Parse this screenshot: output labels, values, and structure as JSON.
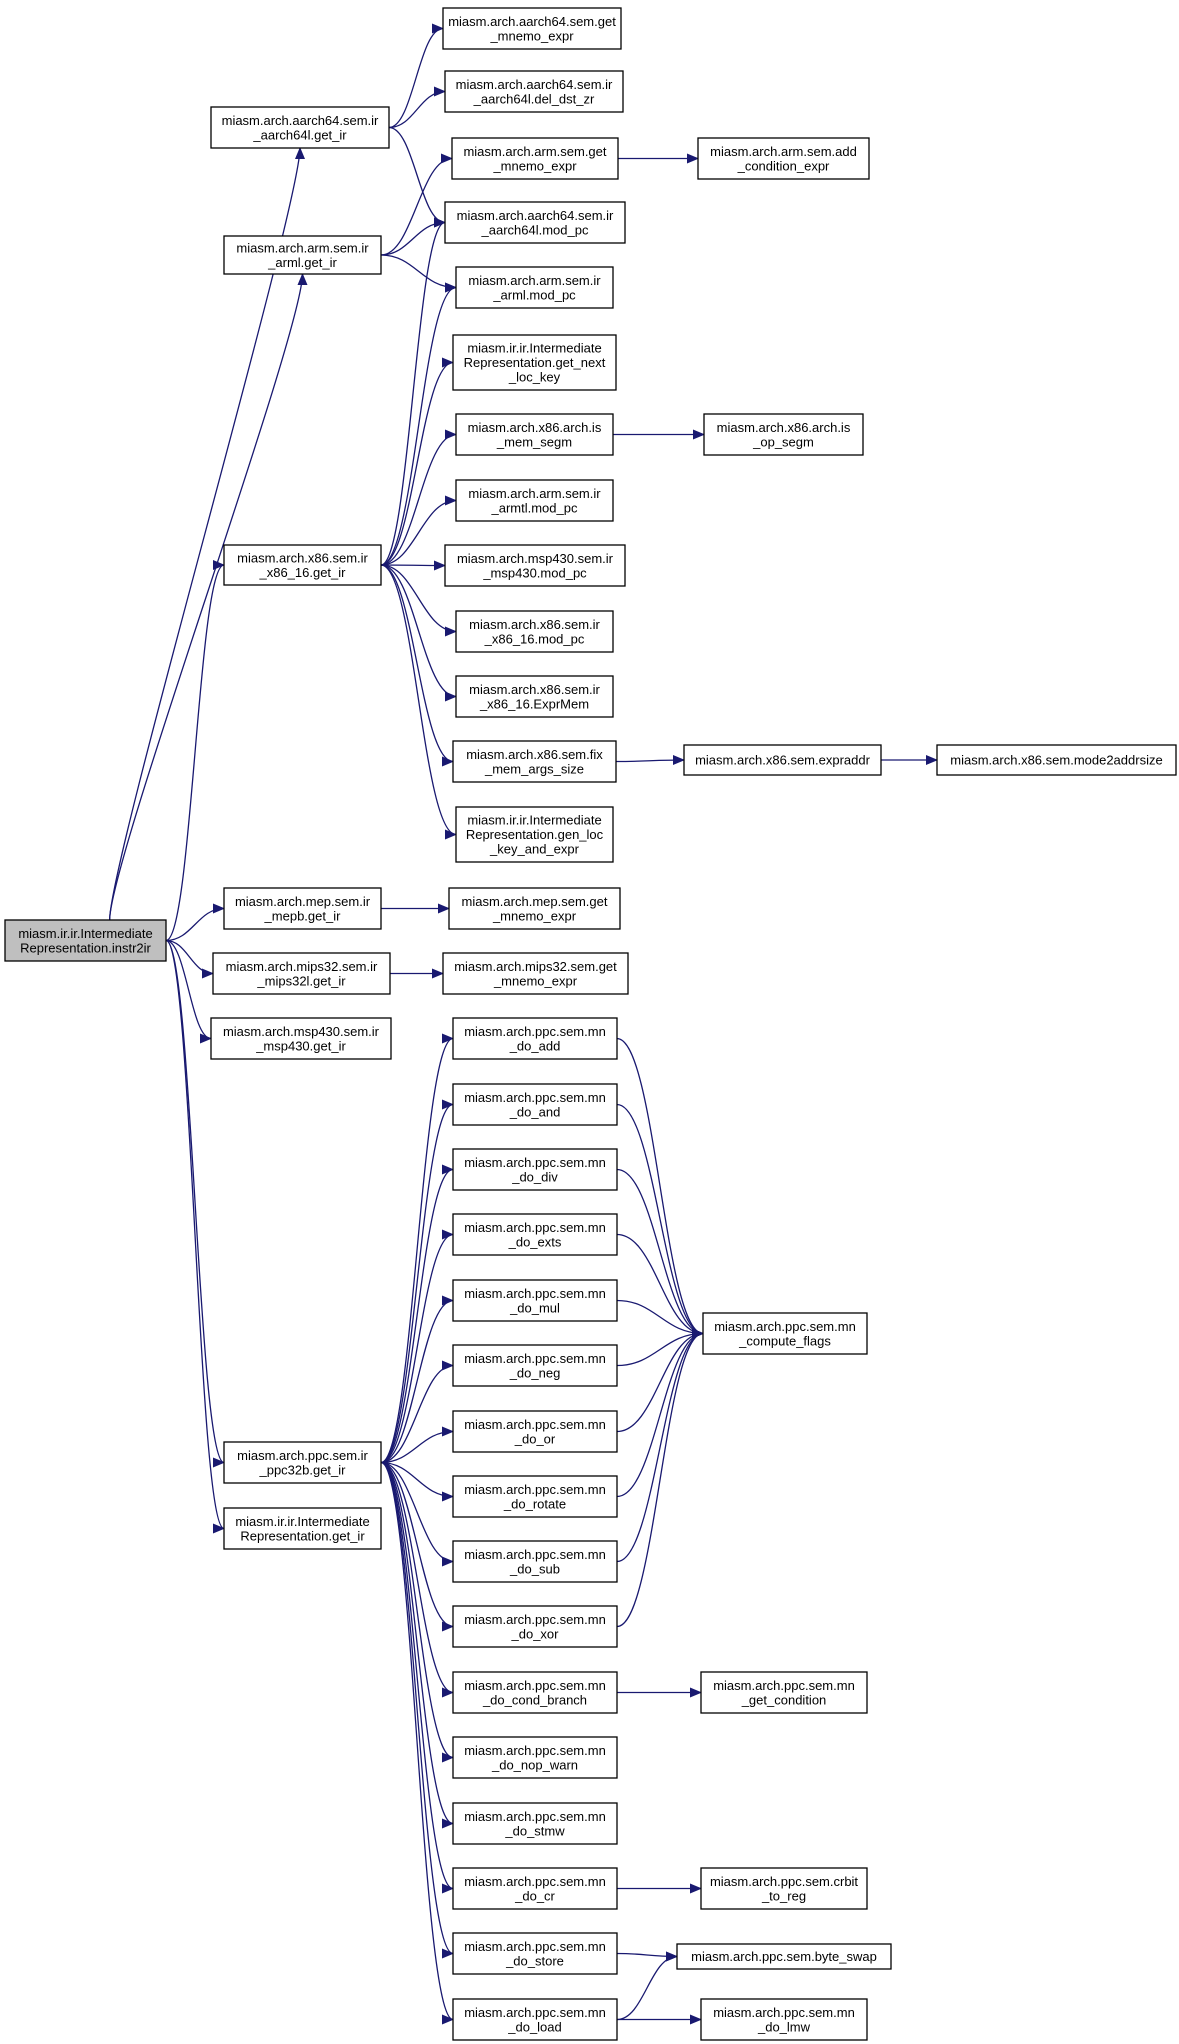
{
  "nodes": [
    {
      "id": "root",
      "lines": [
        "miasm.ir.ir.Intermediate",
        "Representation.instr2ir"
      ],
      "root": true
    },
    {
      "id": "a64_get_ir",
      "lines": [
        "miasm.arch.aarch64.sem.ir",
        "_aarch64l.get_ir"
      ]
    },
    {
      "id": "a64_get_mnemo",
      "lines": [
        "miasm.arch.aarch64.sem.get",
        "_mnemo_expr"
      ]
    },
    {
      "id": "a64_del_dst_zr",
      "lines": [
        "miasm.arch.aarch64.sem.ir",
        "_aarch64l.del_dst_zr"
      ]
    },
    {
      "id": "arm_get_mnemo",
      "lines": [
        "miasm.arch.arm.sem.get",
        "_mnemo_expr"
      ]
    },
    {
      "id": "arm_add_cond",
      "lines": [
        "miasm.arch.arm.sem.add",
        "_condition_expr"
      ]
    },
    {
      "id": "arm_get_ir",
      "lines": [
        "miasm.arch.arm.sem.ir",
        "_arml.get_ir"
      ]
    },
    {
      "id": "a64_mod_pc",
      "lines": [
        "miasm.arch.aarch64.sem.ir",
        "_aarch64l.mod_pc"
      ]
    },
    {
      "id": "arm_mod_pc",
      "lines": [
        "miasm.arch.arm.sem.ir",
        "_arml.mod_pc"
      ]
    },
    {
      "id": "ir_next_loc",
      "lines": [
        "miasm.ir.ir.Intermediate",
        "Representation.get_next",
        "_loc_key"
      ]
    },
    {
      "id": "x86_is_mem_segm",
      "lines": [
        "miasm.arch.x86.arch.is",
        "_mem_segm"
      ]
    },
    {
      "id": "x86_is_op_segm",
      "lines": [
        "miasm.arch.x86.arch.is",
        "_op_segm"
      ]
    },
    {
      "id": "armt_mod_pc",
      "lines": [
        "miasm.arch.arm.sem.ir",
        "_armtl.mod_pc"
      ]
    },
    {
      "id": "x86_get_ir",
      "lines": [
        "miasm.arch.x86.sem.ir",
        "_x86_16.get_ir"
      ]
    },
    {
      "id": "msp_mod_pc",
      "lines": [
        "miasm.arch.msp430.sem.ir",
        "_msp430.mod_pc"
      ]
    },
    {
      "id": "x86_mod_pc",
      "lines": [
        "miasm.arch.x86.sem.ir",
        "_x86_16.mod_pc"
      ]
    },
    {
      "id": "x86_exprmem",
      "lines": [
        "miasm.arch.x86.sem.ir",
        "_x86_16.ExprMem"
      ]
    },
    {
      "id": "x86_fix_mem",
      "lines": [
        "miasm.arch.x86.sem.fix",
        "_mem_args_size"
      ]
    },
    {
      "id": "x86_expraddr",
      "lines": [
        "miasm.arch.x86.sem.expraddr"
      ]
    },
    {
      "id": "x86_mode2addr",
      "lines": [
        "miasm.arch.x86.sem.mode2addrsize"
      ]
    },
    {
      "id": "ir_gen_loc",
      "lines": [
        "miasm.ir.ir.Intermediate",
        "Representation.gen_loc",
        "_key_and_expr"
      ]
    },
    {
      "id": "mep_get_ir",
      "lines": [
        "miasm.arch.mep.sem.ir",
        "_mepb.get_ir"
      ]
    },
    {
      "id": "mep_get_mnemo",
      "lines": [
        "miasm.arch.mep.sem.get",
        "_mnemo_expr"
      ]
    },
    {
      "id": "mips_get_ir",
      "lines": [
        "miasm.arch.mips32.sem.ir",
        "_mips32l.get_ir"
      ]
    },
    {
      "id": "mips_get_mnemo",
      "lines": [
        "miasm.arch.mips32.sem.get",
        "_mnemo_expr"
      ]
    },
    {
      "id": "msp_get_ir",
      "lines": [
        "miasm.arch.msp430.sem.ir",
        "_msp430.get_ir"
      ]
    },
    {
      "id": "ppc_get_ir",
      "lines": [
        "miasm.arch.ppc.sem.ir",
        "_ppc32b.get_ir"
      ]
    },
    {
      "id": "ir_get_ir",
      "lines": [
        "miasm.ir.ir.Intermediate",
        "Representation.get_ir"
      ]
    },
    {
      "id": "ppc_add",
      "lines": [
        "miasm.arch.ppc.sem.mn",
        "_do_add"
      ]
    },
    {
      "id": "ppc_and",
      "lines": [
        "miasm.arch.ppc.sem.mn",
        "_do_and"
      ]
    },
    {
      "id": "ppc_div",
      "lines": [
        "miasm.arch.ppc.sem.mn",
        "_do_div"
      ]
    },
    {
      "id": "ppc_exts",
      "lines": [
        "miasm.arch.ppc.sem.mn",
        "_do_exts"
      ]
    },
    {
      "id": "ppc_mul",
      "lines": [
        "miasm.arch.ppc.sem.mn",
        "_do_mul"
      ]
    },
    {
      "id": "ppc_neg",
      "lines": [
        "miasm.arch.ppc.sem.mn",
        "_do_neg"
      ]
    },
    {
      "id": "ppc_or",
      "lines": [
        "miasm.arch.ppc.sem.mn",
        "_do_or"
      ]
    },
    {
      "id": "ppc_rotate",
      "lines": [
        "miasm.arch.ppc.sem.mn",
        "_do_rotate"
      ]
    },
    {
      "id": "ppc_sub",
      "lines": [
        "miasm.arch.ppc.sem.mn",
        "_do_sub"
      ]
    },
    {
      "id": "ppc_xor",
      "lines": [
        "miasm.arch.ppc.sem.mn",
        "_do_xor"
      ]
    },
    {
      "id": "ppc_compute_flags",
      "lines": [
        "miasm.arch.ppc.sem.mn",
        "_compute_flags"
      ]
    },
    {
      "id": "ppc_cond_branch",
      "lines": [
        "miasm.arch.ppc.sem.mn",
        "_do_cond_branch"
      ]
    },
    {
      "id": "ppc_get_condition",
      "lines": [
        "miasm.arch.ppc.sem.mn",
        "_get_condition"
      ]
    },
    {
      "id": "ppc_nop_warn",
      "lines": [
        "miasm.arch.ppc.sem.mn",
        "_do_nop_warn"
      ]
    },
    {
      "id": "ppc_stmw",
      "lines": [
        "miasm.arch.ppc.sem.mn",
        "_do_stmw"
      ]
    },
    {
      "id": "ppc_cr",
      "lines": [
        "miasm.arch.ppc.sem.mn",
        "_do_cr"
      ]
    },
    {
      "id": "ppc_crbit",
      "lines": [
        "miasm.arch.ppc.sem.crbit",
        "_to_reg"
      ]
    },
    {
      "id": "ppc_store",
      "lines": [
        "miasm.arch.ppc.sem.mn",
        "_do_store"
      ]
    },
    {
      "id": "ppc_byte_swap",
      "lines": [
        "miasm.arch.ppc.sem.byte_swap"
      ]
    },
    {
      "id": "ppc_load",
      "lines": [
        "miasm.arch.ppc.sem.mn",
        "_do_load"
      ]
    },
    {
      "id": "ppc_lmw",
      "lines": [
        "miasm.arch.ppc.sem.mn",
        "_do_lmw"
      ]
    }
  ],
  "edges": [
    [
      "root",
      "a64_get_ir"
    ],
    [
      "root",
      "arm_get_ir"
    ],
    [
      "root",
      "x86_get_ir"
    ],
    [
      "root",
      "mep_get_ir"
    ],
    [
      "root",
      "mips_get_ir"
    ],
    [
      "root",
      "msp_get_ir"
    ],
    [
      "root",
      "ppc_get_ir"
    ],
    [
      "root",
      "ir_get_ir"
    ],
    [
      "a64_get_ir",
      "a64_get_mnemo"
    ],
    [
      "a64_get_ir",
      "a64_del_dst_zr"
    ],
    [
      "a64_get_ir",
      "a64_mod_pc"
    ],
    [
      "arm_get_ir",
      "arm_get_mnemo"
    ],
    [
      "arm_get_ir",
      "a64_mod_pc"
    ],
    [
      "arm_get_ir",
      "arm_mod_pc"
    ],
    [
      "arm_get_mnemo",
      "arm_add_cond"
    ],
    [
      "x86_get_ir",
      "a64_mod_pc"
    ],
    [
      "x86_get_ir",
      "arm_mod_pc"
    ],
    [
      "x86_get_ir",
      "ir_next_loc"
    ],
    [
      "x86_get_ir",
      "x86_is_mem_segm"
    ],
    [
      "x86_get_ir",
      "armt_mod_pc"
    ],
    [
      "x86_get_ir",
      "msp_mod_pc"
    ],
    [
      "x86_get_ir",
      "x86_mod_pc"
    ],
    [
      "x86_get_ir",
      "x86_exprmem"
    ],
    [
      "x86_get_ir",
      "x86_fix_mem"
    ],
    [
      "x86_get_ir",
      "ir_gen_loc"
    ],
    [
      "x86_is_mem_segm",
      "x86_is_op_segm"
    ],
    [
      "x86_fix_mem",
      "x86_expraddr"
    ],
    [
      "x86_expraddr",
      "x86_mode2addr"
    ],
    [
      "mep_get_ir",
      "mep_get_mnemo"
    ],
    [
      "mips_get_ir",
      "mips_get_mnemo"
    ],
    [
      "ppc_get_ir",
      "ppc_add"
    ],
    [
      "ppc_get_ir",
      "ppc_and"
    ],
    [
      "ppc_get_ir",
      "ppc_div"
    ],
    [
      "ppc_get_ir",
      "ppc_exts"
    ],
    [
      "ppc_get_ir",
      "ppc_mul"
    ],
    [
      "ppc_get_ir",
      "ppc_neg"
    ],
    [
      "ppc_get_ir",
      "ppc_or"
    ],
    [
      "ppc_get_ir",
      "ppc_rotate"
    ],
    [
      "ppc_get_ir",
      "ppc_sub"
    ],
    [
      "ppc_get_ir",
      "ppc_xor"
    ],
    [
      "ppc_get_ir",
      "ppc_cond_branch"
    ],
    [
      "ppc_get_ir",
      "ppc_nop_warn"
    ],
    [
      "ppc_get_ir",
      "ppc_stmw"
    ],
    [
      "ppc_get_ir",
      "ppc_cr"
    ],
    [
      "ppc_get_ir",
      "ppc_store"
    ],
    [
      "ppc_get_ir",
      "ppc_load"
    ],
    [
      "ppc_add",
      "ppc_compute_flags"
    ],
    [
      "ppc_and",
      "ppc_compute_flags"
    ],
    [
      "ppc_div",
      "ppc_compute_flags"
    ],
    [
      "ppc_exts",
      "ppc_compute_flags"
    ],
    [
      "ppc_mul",
      "ppc_compute_flags"
    ],
    [
      "ppc_neg",
      "ppc_compute_flags"
    ],
    [
      "ppc_or",
      "ppc_compute_flags"
    ],
    [
      "ppc_rotate",
      "ppc_compute_flags"
    ],
    [
      "ppc_sub",
      "ppc_compute_flags"
    ],
    [
      "ppc_xor",
      "ppc_compute_flags"
    ],
    [
      "ppc_cond_branch",
      "ppc_get_condition"
    ],
    [
      "ppc_cr",
      "ppc_crbit"
    ],
    [
      "ppc_store",
      "ppc_byte_swap"
    ],
    [
      "ppc_load",
      "ppc_byte_swap"
    ],
    [
      "ppc_load",
      "ppc_lmw"
    ]
  ],
  "colors": {
    "edge": "#191970",
    "root_fill": "#bfbfbf",
    "node_fill": "#ffffff",
    "border": "#000000"
  }
}
